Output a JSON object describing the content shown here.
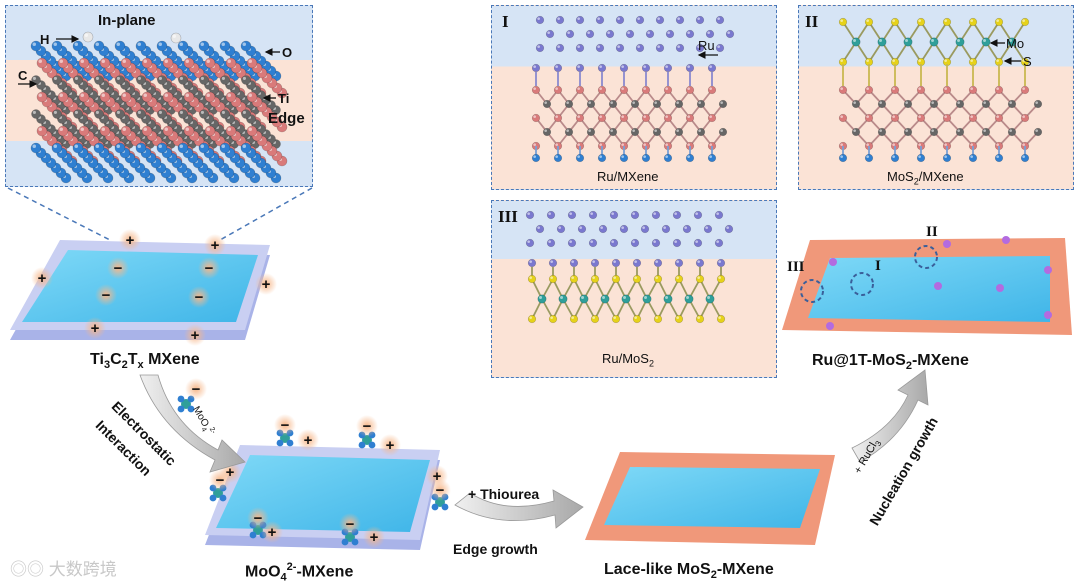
{
  "structure": {
    "in_plane": "In-plane",
    "edge": "Edge",
    "h_label": "H",
    "c_label": "C",
    "o_label": "O",
    "ti_label": "Ti"
  },
  "panels": {
    "p1": {
      "numeral": "I",
      "caption": "Ru/MXene",
      "atom_label": "Ru"
    },
    "p2": {
      "numeral": "II",
      "caption_main": "MoS",
      "caption_sub": "2",
      "caption_tail": "/MXene",
      "mo_label": "Mo",
      "s_label": "S"
    },
    "p3": {
      "numeral": "III",
      "caption_main": "Ru/MoS",
      "caption_sub": "2"
    }
  },
  "sheets": {
    "mxene": {
      "main": "Ti",
      "s1": "3",
      "c": "C",
      "s2": "2",
      "t": "T",
      "s3": "x",
      "tail": " MXene"
    },
    "moo4_mxene": {
      "main": "MoO",
      "sub": "4",
      "sup": "2-",
      "tail": "-MXene"
    },
    "lace": {
      "main": "Lace-like MoS",
      "sub": "2",
      "tail": "-MXene"
    },
    "ru": {
      "main": "Ru@1T-MoS",
      "sub": "2",
      "tail": "-MXene"
    }
  },
  "markers": {
    "I": "I",
    "II": "II",
    "III": "III"
  },
  "arrows": {
    "electrostatic_1": "Electrostatic",
    "electrostatic_2": "Interaction",
    "moo4_main": "MoO",
    "moo4_sub": "4",
    "moo4_sup": "2-",
    "thiourea": "+ Thiourea",
    "edge_growth": "Edge growth",
    "rucl3_main": "+ RuCl",
    "rucl3_sub": "3",
    "nucleation": "Nucleation growth"
  },
  "charges": {
    "plus": "+",
    "minus": "−"
  },
  "watermark": "大数跨境",
  "colors": {
    "o_atom": "#2f7fd1",
    "ti_atom": "#d97a7a",
    "c_atom": "#666666",
    "ru_atom": "#7a78cf",
    "mo_atom": "#2f9f9a",
    "s_atom": "#e6d21a",
    "mxene_sheet": "#5fc8f0",
    "mos2_edge": "#f0987a"
  }
}
